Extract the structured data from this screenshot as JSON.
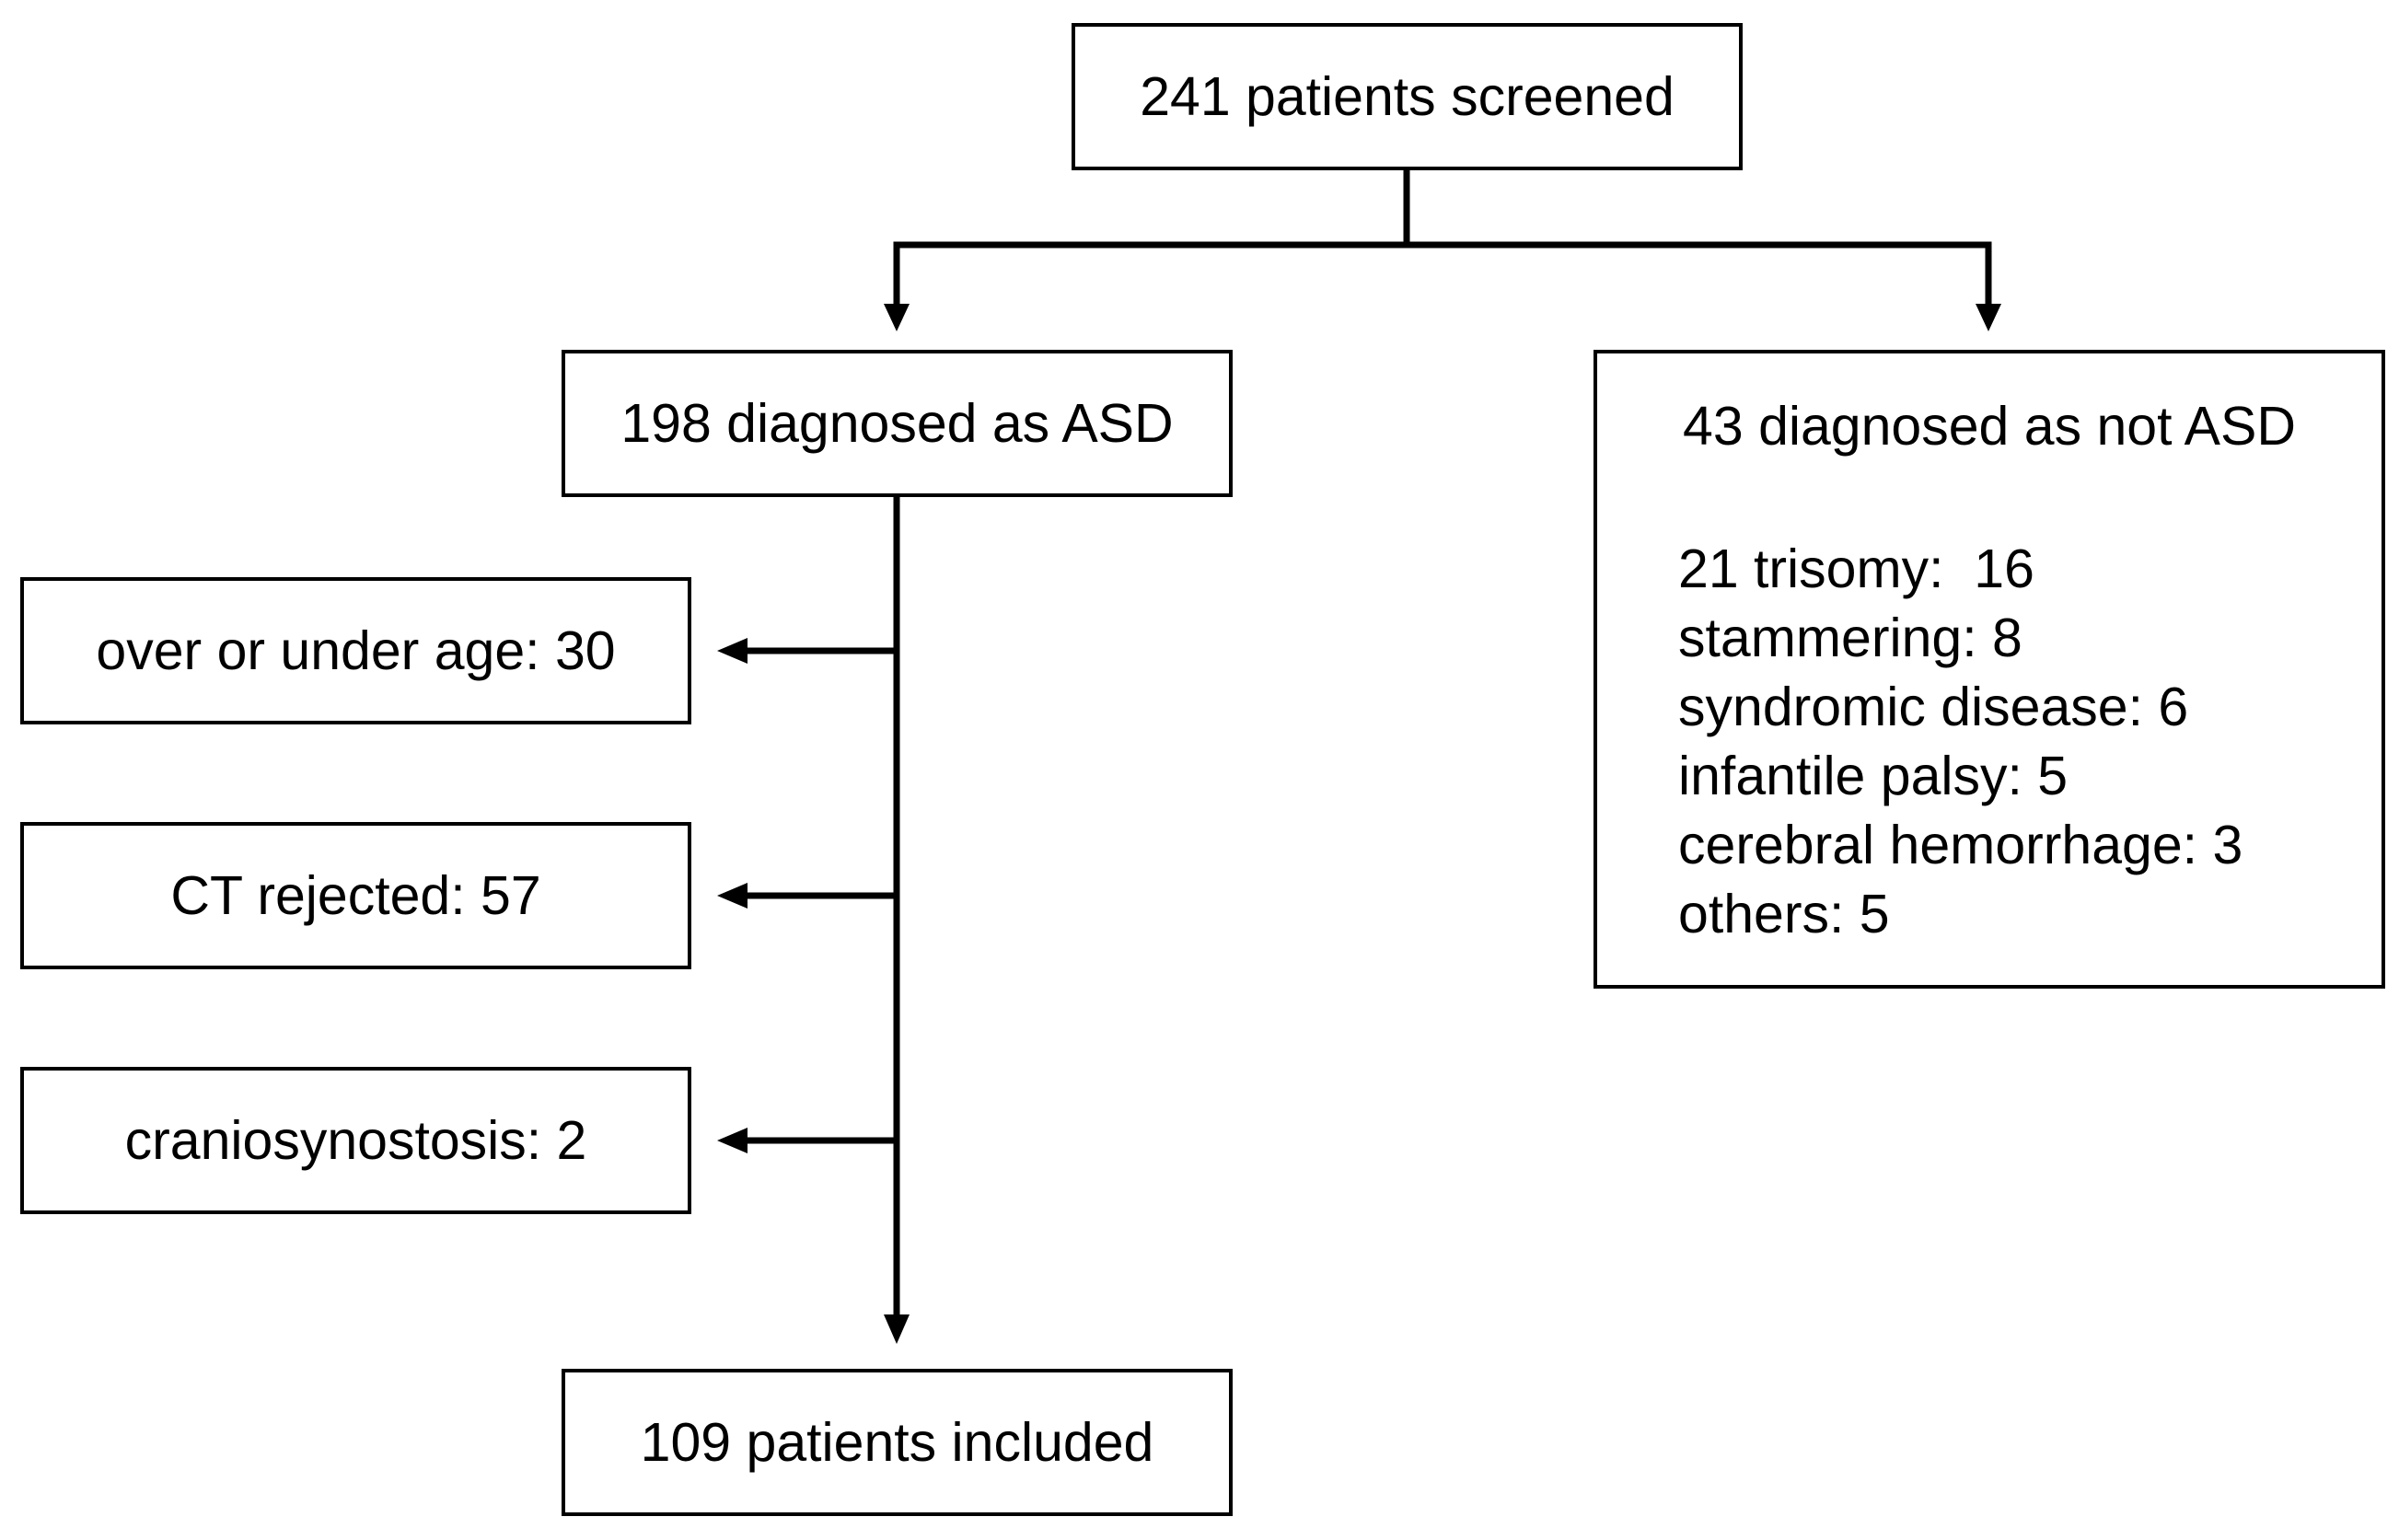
{
  "nodes": {
    "screened": "241 patients screened",
    "asd": "198 diagnosed as ASD",
    "not_asd": {
      "title": "43 diagnosed as not ASD",
      "items": [
        "21 trisomy:  16",
        "stammering: 8",
        "syndromic disease: 6",
        "infantile palsy: 5",
        "cerebral hemorrhage: 3",
        "others: 5"
      ]
    },
    "over_under_age": "over or under age: 30",
    "ct_rejected": "CT rejected: 57",
    "craniosynostosis": "craniosynostosis: 2",
    "included": "109 patients included"
  }
}
